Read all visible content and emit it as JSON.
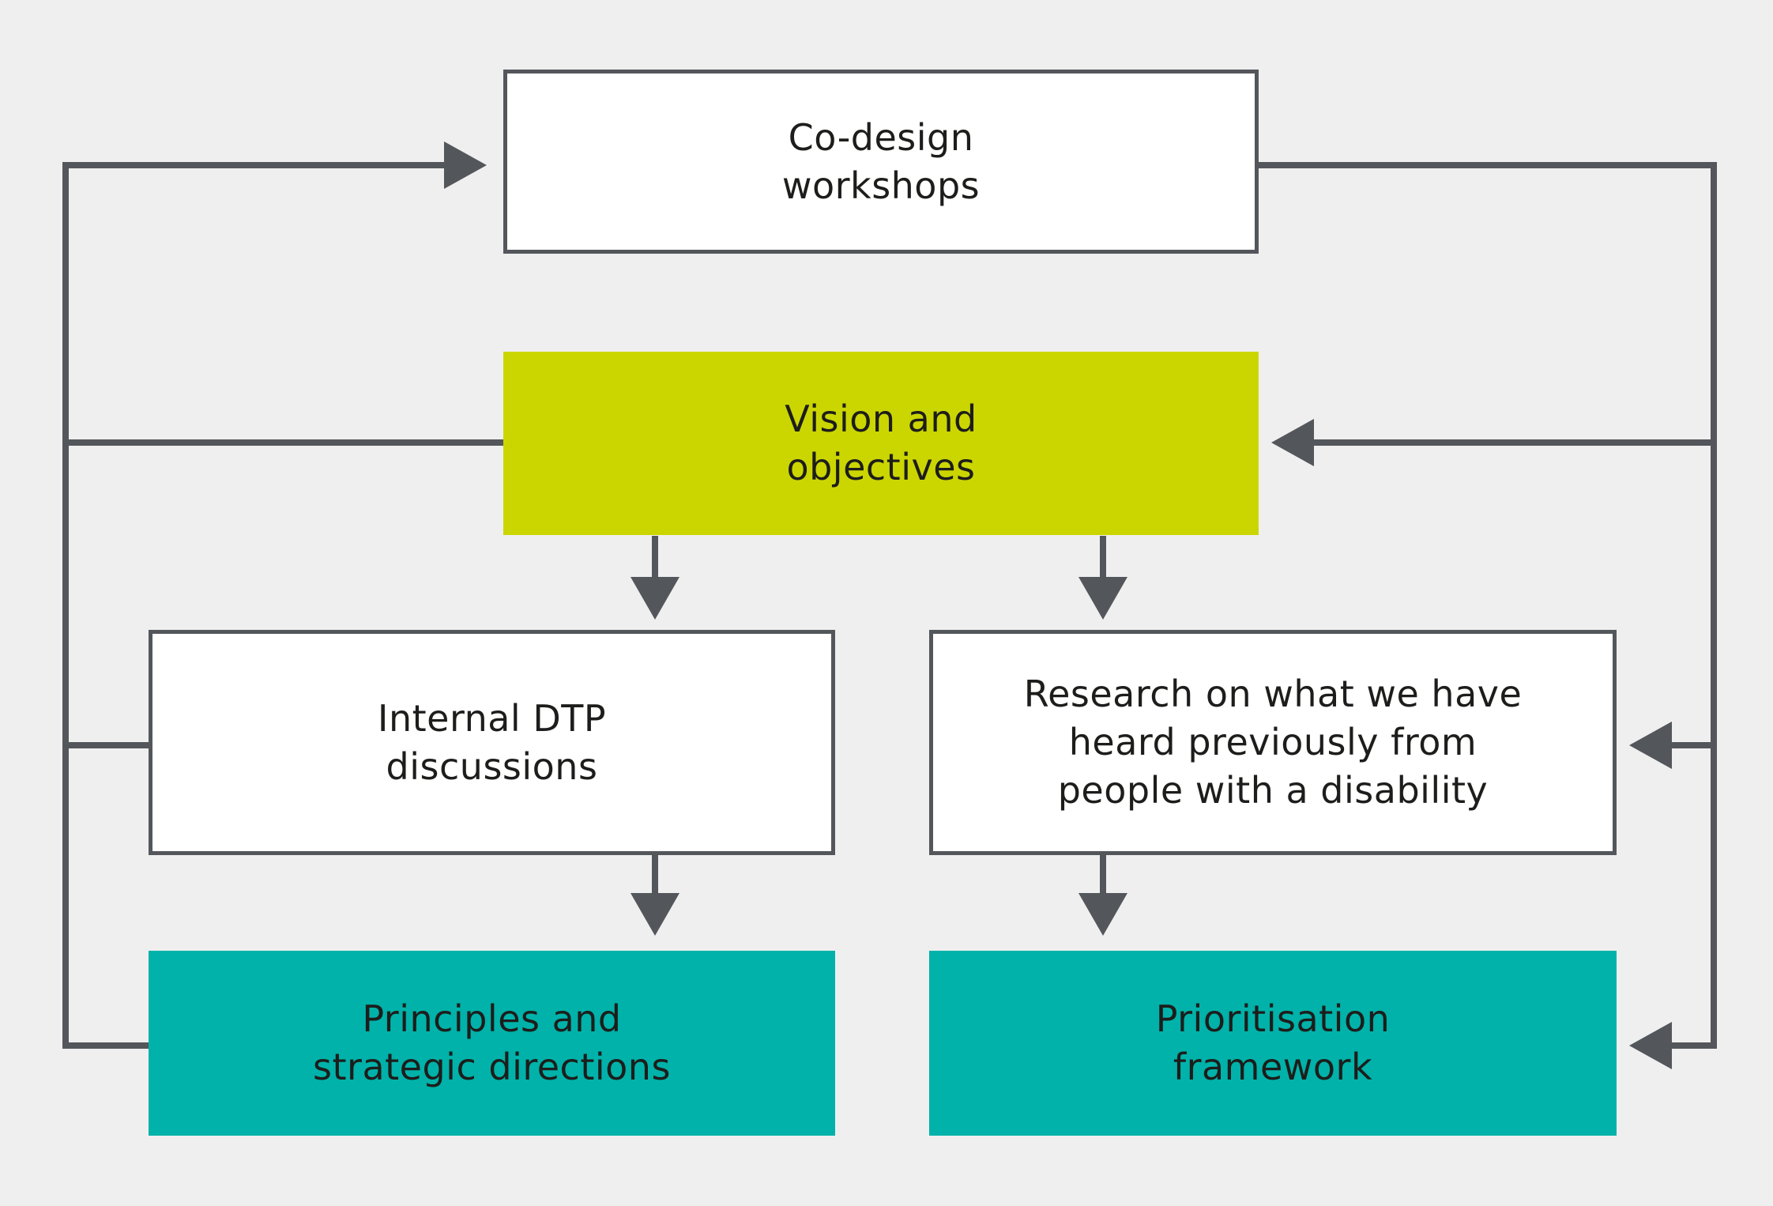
{
  "colors": {
    "background": "#efefef",
    "line": "#53565a",
    "border": "#53565a",
    "box-white": "#ffffff",
    "box-lime": "#cbd601",
    "box-teal": "#00b2a9",
    "text": "#1d1d1b"
  },
  "diagram": {
    "boxes": {
      "codesign": {
        "label": "Co-design\nworkshops"
      },
      "vision": {
        "label": "Vision and\nobjectives"
      },
      "internal": {
        "label": "Internal DTP\ndiscussions"
      },
      "research": {
        "label": "Research on what we have\nheard previously from\npeople with a disability"
      },
      "principles": {
        "label": "Principles and\nstrategic directions"
      },
      "prioritisation": {
        "label": "Prioritisation\nframework"
      }
    }
  }
}
